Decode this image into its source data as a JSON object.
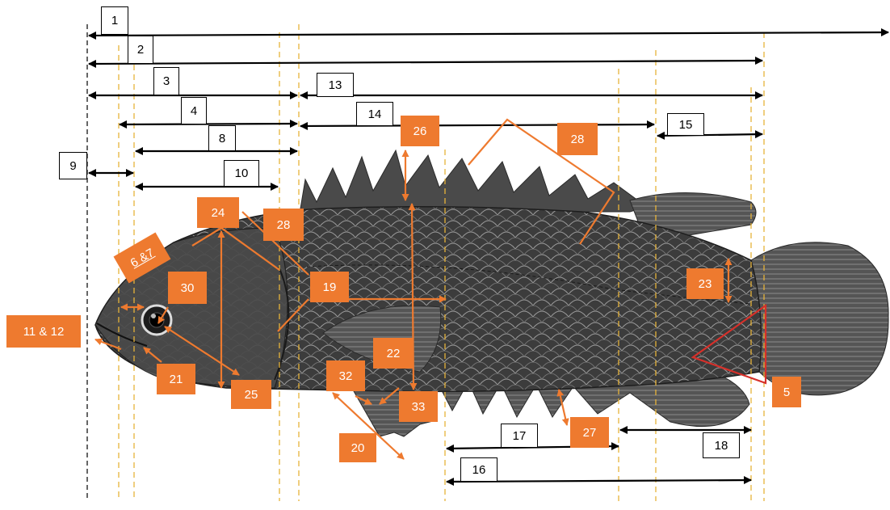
{
  "colors": {
    "orange": "#ee7a2f",
    "guide": "#e6b33a",
    "arrow": "#000000",
    "triangle": "#d6302a",
    "fish_body": "#3a3a3a",
    "fish_fin": "#5a5a5a"
  },
  "labels": {
    "l1": "1",
    "l2": "2",
    "l3": "3",
    "l4": "4",
    "l8": "8",
    "l9": "9",
    "l10": "10",
    "l13": "13",
    "l14": "14",
    "l15": "15",
    "l16": "16",
    "l17": "17",
    "l18": "18",
    "o5": "5",
    "o6_7": "6 &7",
    "o11_12": "11 & 12",
    "o19": "19",
    "o20": "20",
    "o21": "21",
    "o22": "22",
    "o23": "23",
    "o24": "24",
    "o25": "25",
    "o26": "26",
    "o27": "27",
    "o28a": "28",
    "o28b": "28",
    "o30": "30",
    "o32": "32",
    "o33": "33"
  }
}
